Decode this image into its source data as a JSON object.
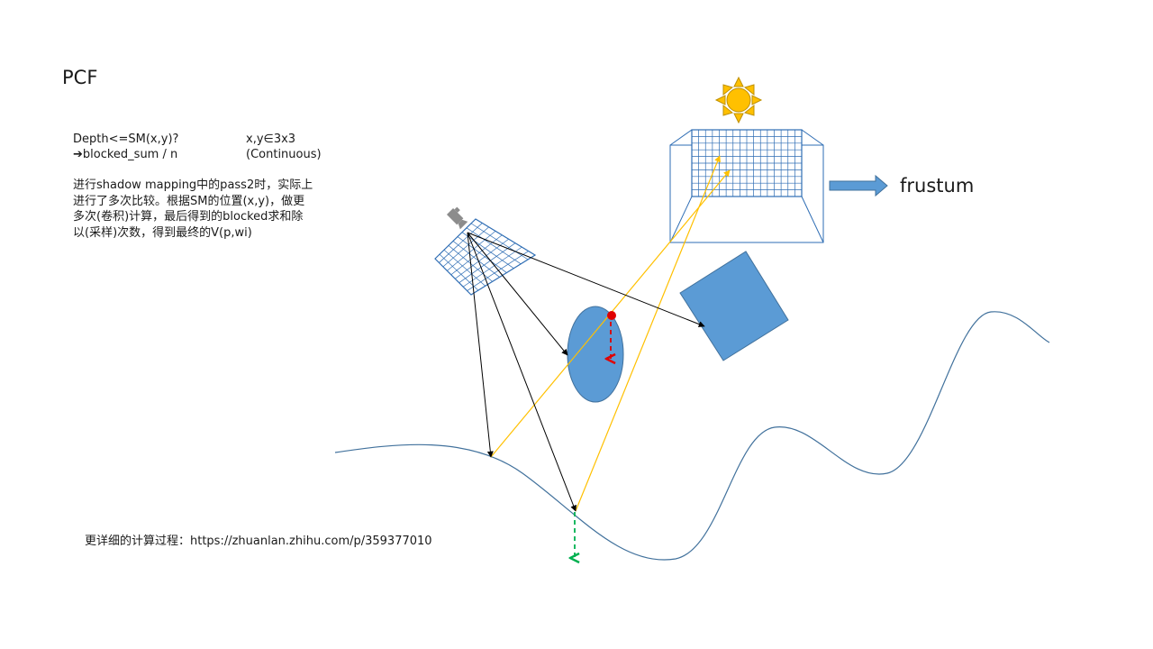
{
  "slide": {
    "title": "PCF",
    "formula": {
      "line1_left": "Depth<=SM(x,y)?",
      "line1_right": "x,y∈3x3",
      "line2_left": "➔blocked_sum / n",
      "line2_right": "(Continuous)"
    },
    "explanation_lines": [
      "进行shadow mapping中的pass2时，实际上",
      "进行了多次比较。根据SM的位置(x,y)，做更",
      "多次(卷积)计算，最后得到的blocked求和除",
      "以(采样)次数，得到最终的V(p,wi)"
    ],
    "footer_note": "更详细的计算过程：https://zhuanlan.zhihu.com/p/359377010"
  },
  "diagram": {
    "frustum_label": "frustum",
    "colors": {
      "grid_blue": "#2e6db4",
      "shape_fill": "#5b9bd5",
      "shape_stroke": "#41719c",
      "ray_black": "#000000",
      "ray_yellow": "#ffc000",
      "sun_fill": "#ffc000",
      "sun_stroke": "#bf9000",
      "point_red": "#e00000",
      "arrow_green": "#00b050",
      "camera_gray": "#8c8c8c",
      "curve_blue": "#41719c"
    },
    "icons": [
      "sun-icon",
      "camera-icon",
      "right-arrow-icon"
    ]
  }
}
